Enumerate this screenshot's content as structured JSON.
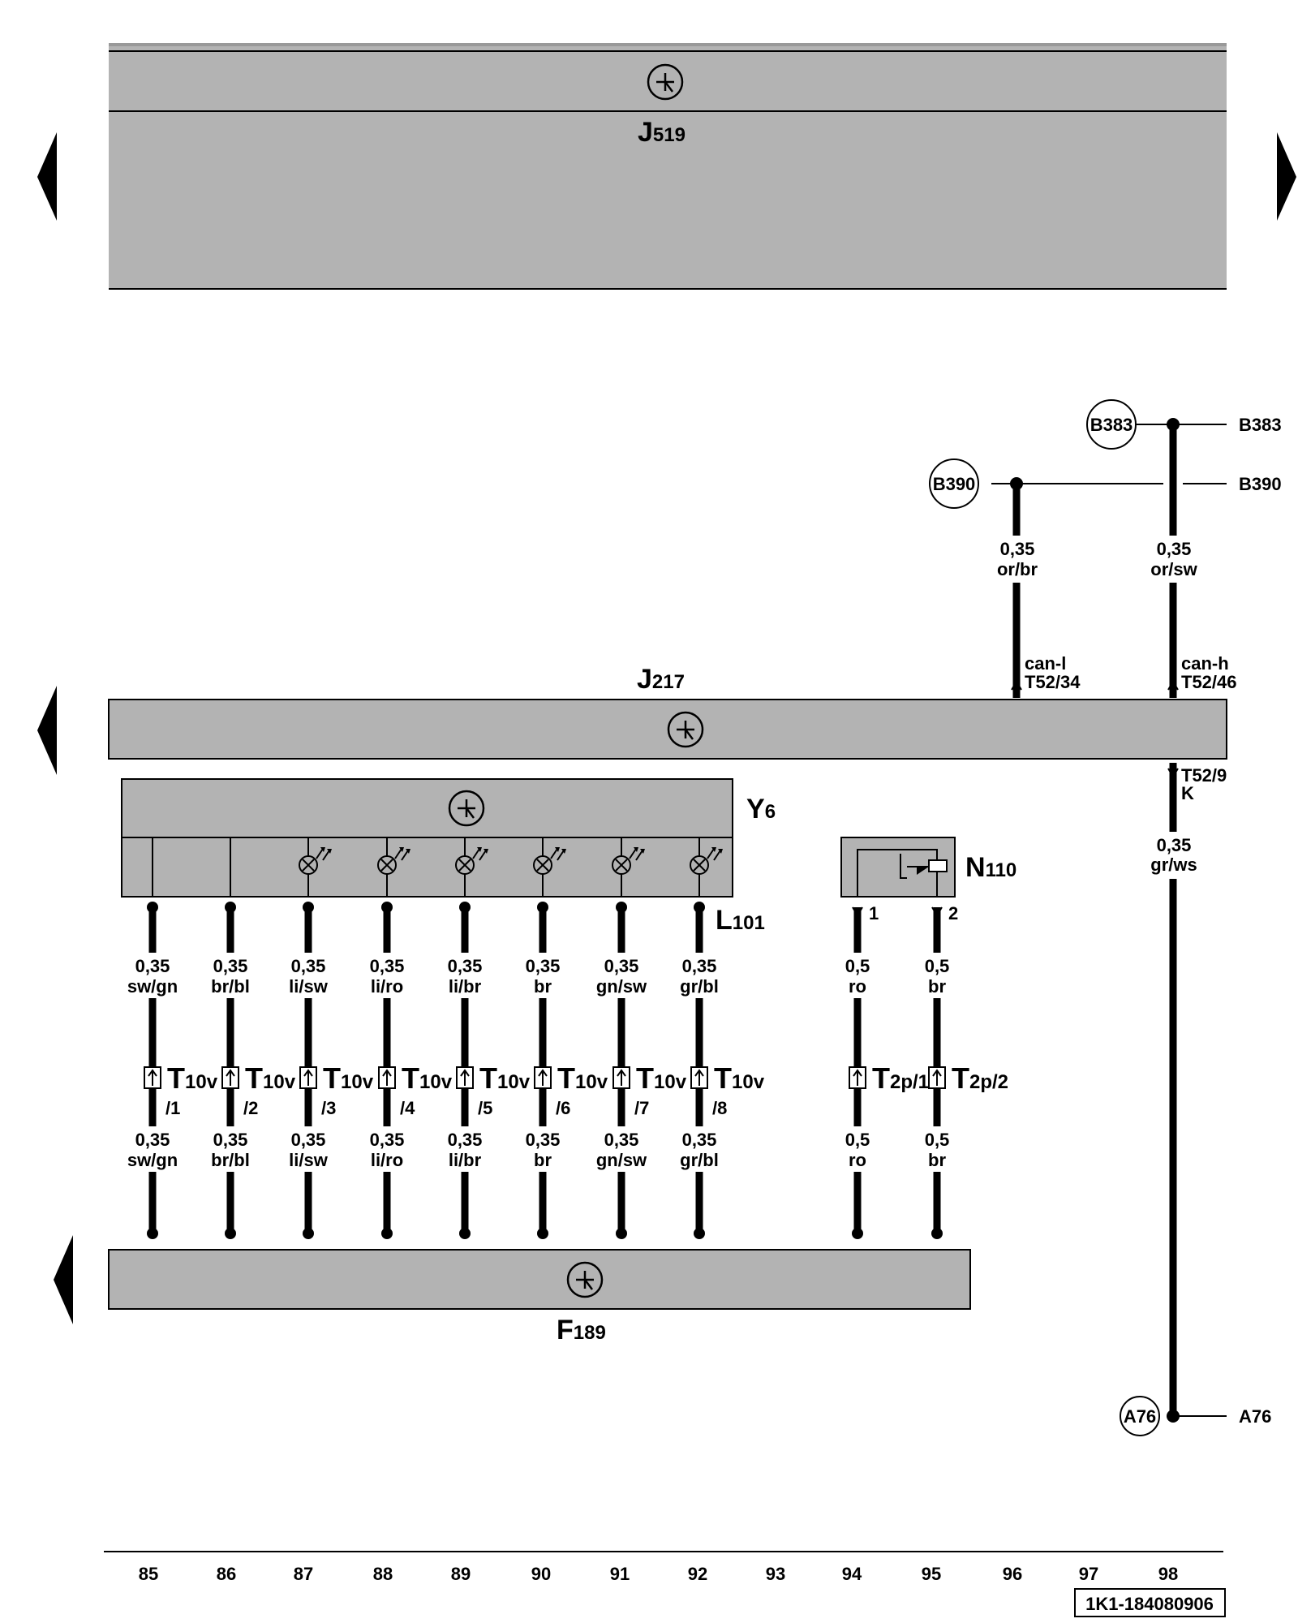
{
  "modules": {
    "j519": {
      "letter": "J",
      "sub": "519"
    },
    "j217": {
      "letter": "J",
      "sub": "217"
    },
    "y6": {
      "letter": "Y",
      "sub": "6"
    },
    "n110": {
      "letter": "N",
      "sub": "110"
    },
    "f189": {
      "letter": "F",
      "sub": "189"
    },
    "l101": {
      "letter": "L",
      "sub": "101"
    }
  },
  "refs": {
    "b383": {
      "circle": "B383",
      "label": "B383"
    },
    "b390": {
      "circle": "B390",
      "label": "B390"
    },
    "a76": {
      "circle": "A76",
      "label": "A76"
    }
  },
  "can": {
    "canl": {
      "gauge": "0,35",
      "color": "or/br",
      "name": "can-l",
      "pin": "T52/34"
    },
    "canh": {
      "gauge": "0,35",
      "color": "or/sw",
      "name": "can-h",
      "pin": "T52/46"
    },
    "k": {
      "pin": "T52/9",
      "name": "K",
      "gauge": "0,35",
      "color": "gr/ws"
    }
  },
  "wires": [
    {
      "top_gauge": "0,35",
      "top_color": "sw/gn",
      "conn": "T",
      "conn_sub": "10v",
      "pin": "/1",
      "bot_gauge": "0,35",
      "bot_color": "sw/gn"
    },
    {
      "top_gauge": "0,35",
      "top_color": "br/bl",
      "conn": "T",
      "conn_sub": "10v",
      "pin": "/2",
      "bot_gauge": "0,35",
      "bot_color": "br/bl"
    },
    {
      "top_gauge": "0,35",
      "top_color": "li/sw",
      "conn": "T",
      "conn_sub": "10v",
      "pin": "/3",
      "bot_gauge": "0,35",
      "bot_color": "li/sw"
    },
    {
      "top_gauge": "0,35",
      "top_color": "li/ro",
      "conn": "T",
      "conn_sub": "10v",
      "pin": "/4",
      "bot_gauge": "0,35",
      "bot_color": "li/ro"
    },
    {
      "top_gauge": "0,35",
      "top_color": "li/br",
      "conn": "T",
      "conn_sub": "10v",
      "pin": "/5",
      "bot_gauge": "0,35",
      "bot_color": "li/br"
    },
    {
      "top_gauge": "0,35",
      "top_color": "br",
      "conn": "T",
      "conn_sub": "10v",
      "pin": "/6",
      "bot_gauge": "0,35",
      "bot_color": "br"
    },
    {
      "top_gauge": "0,35",
      "top_color": "gn/sw",
      "conn": "T",
      "conn_sub": "10v",
      "pin": "/7",
      "bot_gauge": "0,35",
      "bot_color": "gn/sw"
    },
    {
      "top_gauge": "0,35",
      "top_color": "gr/bl",
      "conn": "T",
      "conn_sub": "10v",
      "pin": "/8",
      "bot_gauge": "0,35",
      "bot_color": "gr/bl"
    }
  ],
  "n110_wires": [
    {
      "pin": "1",
      "top_gauge": "0,5",
      "top_color": "ro",
      "conn": "T",
      "conn_sub": "2p/1",
      "bot_gauge": "0,5",
      "bot_color": "ro"
    },
    {
      "pin": "2",
      "top_gauge": "0,5",
      "top_color": "br",
      "conn": "T",
      "conn_sub": "2p/2",
      "bot_gauge": "0,5",
      "bot_color": "br"
    }
  ],
  "columns": [
    "85",
    "86",
    "87",
    "88",
    "89",
    "90",
    "91",
    "92",
    "93",
    "94",
    "95",
    "96",
    "97",
    "98"
  ],
  "doc_code": "1K1-184080906",
  "colors": {
    "module_fill": "#b3b3b3",
    "line": "#000000"
  }
}
